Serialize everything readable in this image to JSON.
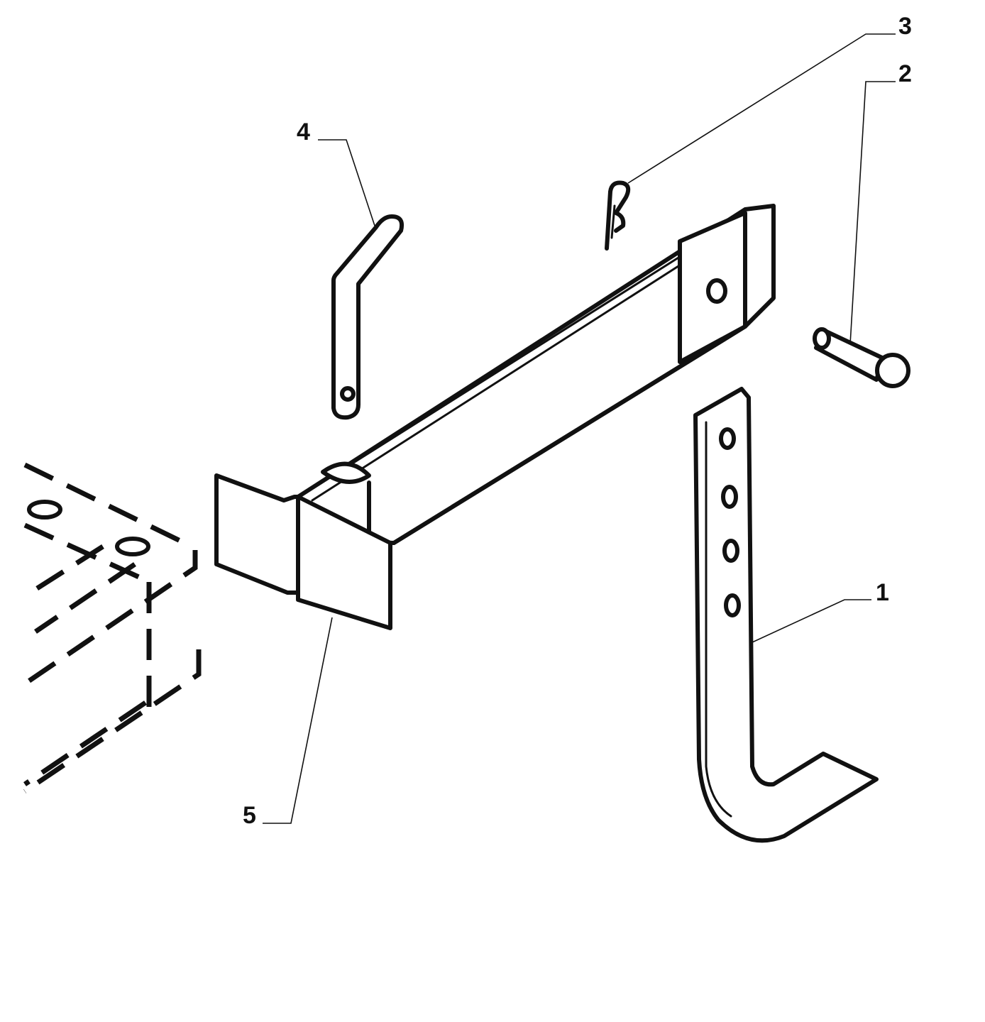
{
  "colors": {
    "background": "#ffffff",
    "ink": "#111111"
  },
  "callouts": [
    {
      "id": "1",
      "label": "1"
    },
    {
      "id": "2",
      "label": "2"
    },
    {
      "id": "3",
      "label": "3"
    },
    {
      "id": "4",
      "label": "4"
    },
    {
      "id": "5",
      "label": "5"
    }
  ]
}
